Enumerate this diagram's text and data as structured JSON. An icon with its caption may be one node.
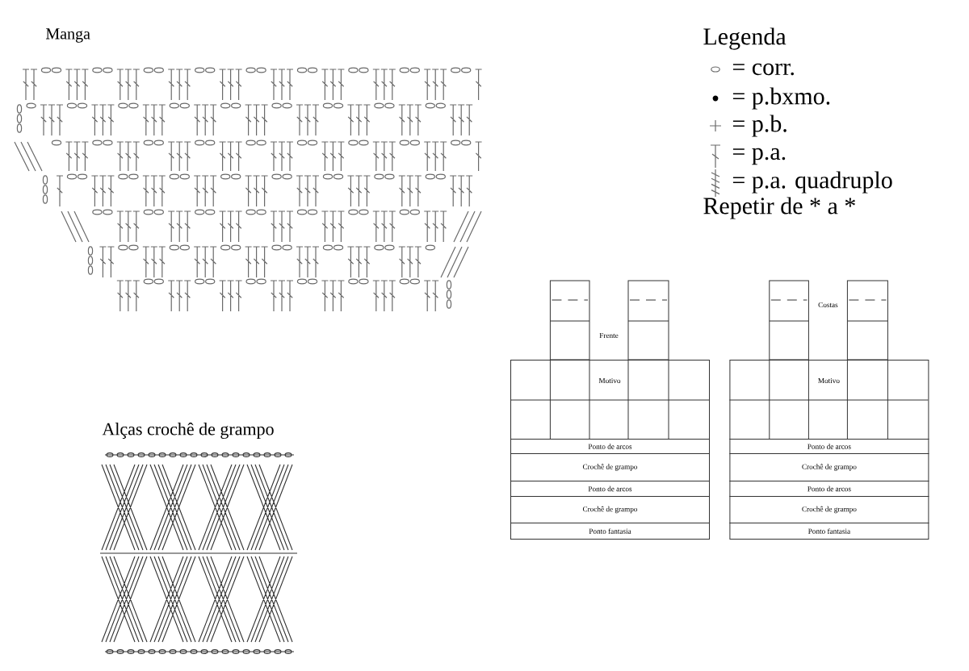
{
  "diagram": {
    "nodes": [
      {
        "text": [
          "Motivo"
        ]
      },
      {
        "text": [
          "Ponto de arcos"
        ]
      },
      {
        "text": [
          "Crochê de grampo"
        ]
      },
      {
        "text": [
          "Ponto de arcos"
        ]
      },
      {
        "text": [
          "Crochê de grampo"
        ]
      },
      {
        "text": [
          "Ponto fantasia"
        ]
      },
      {
        "text": [
          "Motivo"
        ]
      },
      {
        "text": [
          "Ponto de arcos"
        ]
      },
      {
        "text": [
          "Crochê de grampo"
        ]
      },
      {
        "text": [
          "Ponto de arcos"
        ]
      },
      {
        "text": [
          "Crochê de grampo"
        ]
      },
      {
        "text": [
          "Ponto fantasia"
        ]
      }
    ],
    "labels": [
      "Manga",
      "Legenda",
      "Repetir de * a *",
      "Frente",
      "Costas",
      "Alças crochê de grampo"
    ],
    "legend": [
      {
        "text": "= corr."
      },
      {
        "text": "= p.bxmo."
      },
      {
        "text": "= p.b."
      },
      {
        "text": "= p.a."
      },
      {
        "text": "= p.a. quadruplo"
      }
    ]
  }
}
